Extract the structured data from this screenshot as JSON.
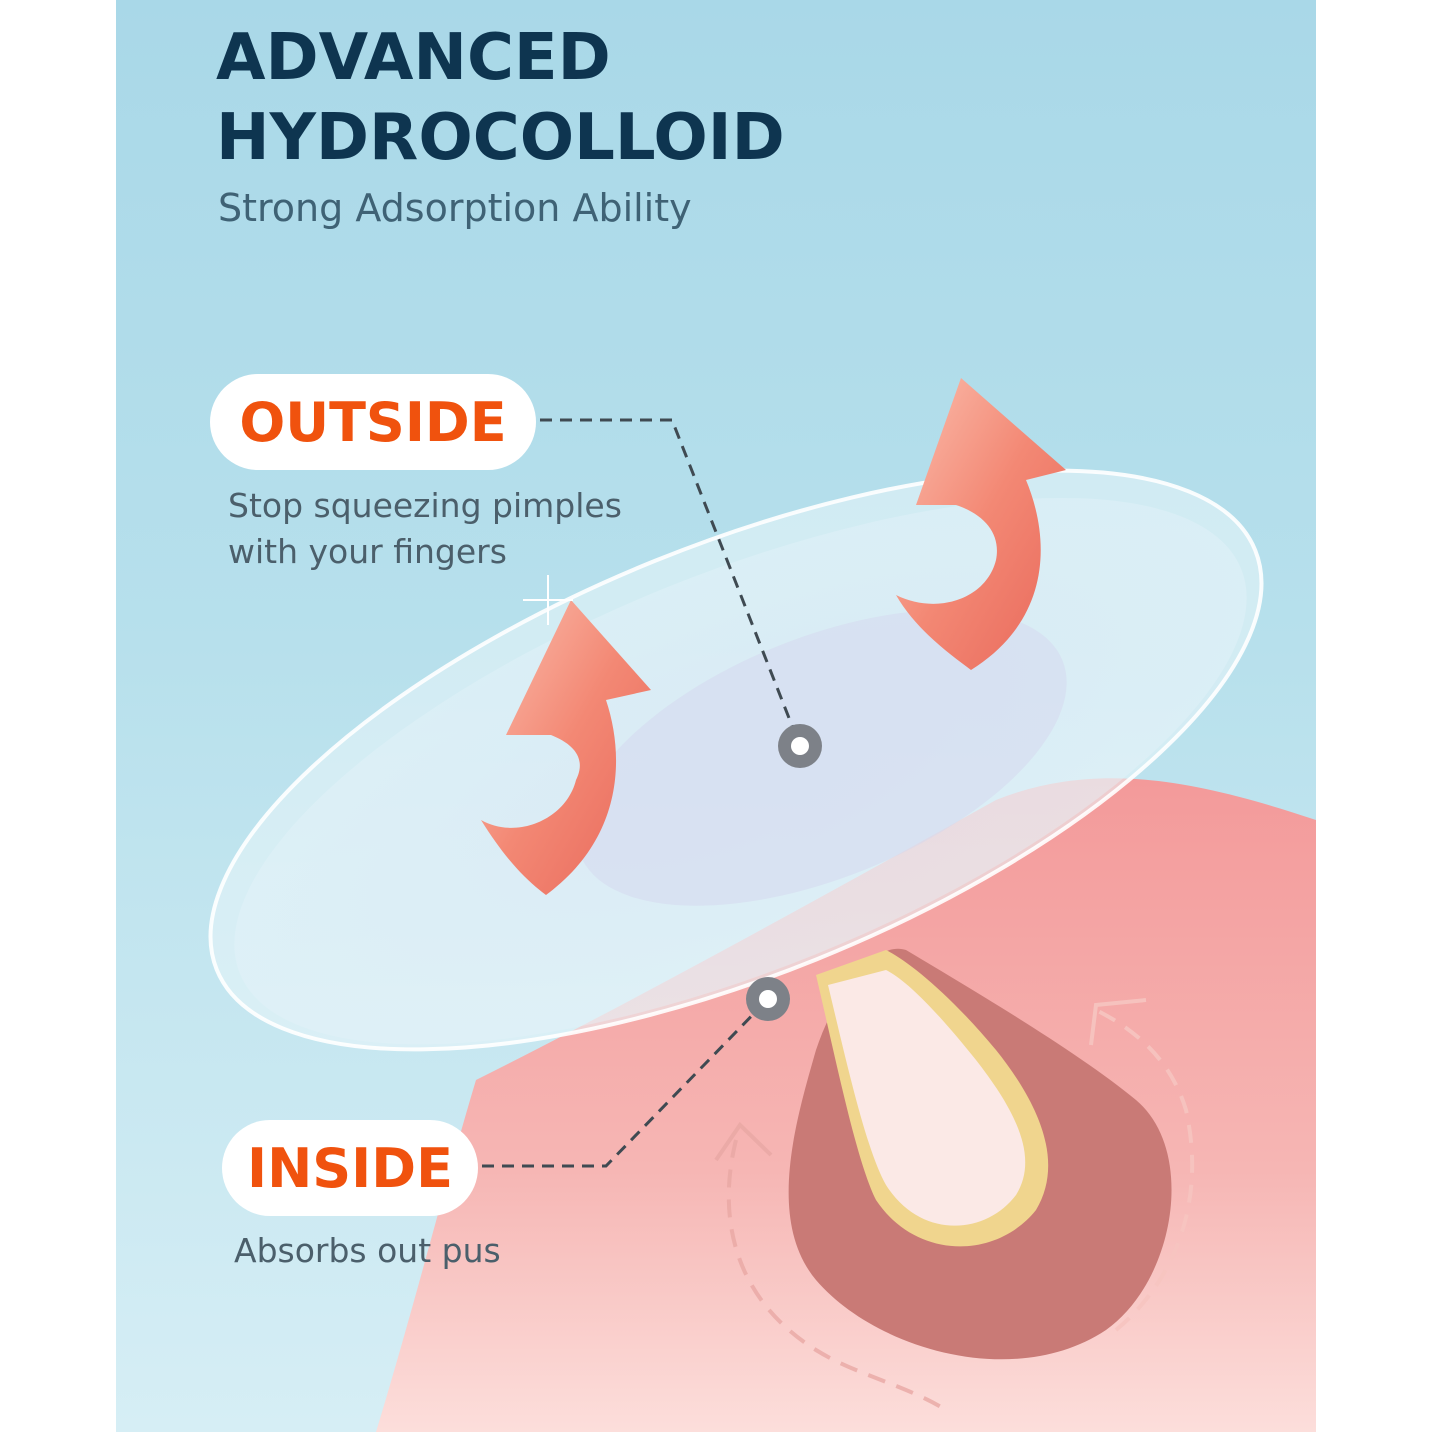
{
  "header": {
    "title_line1": "ADVANCED",
    "title_line2": "HYDROCOLLOID",
    "subtitle": "Strong Adsorption Ability"
  },
  "outside": {
    "label": "OUTSIDE",
    "description_line1": "Stop squeezing pimples",
    "description_line2": "with your fingers"
  },
  "inside": {
    "label": "INSIDE",
    "description": "Absorbs out pus"
  },
  "colors": {
    "title": "#0e3550",
    "accent_orange": "#f0520e",
    "background_blue": "#a9d8e8",
    "skin_pink": "#f2a5a5",
    "pimple_core": "#c97a76",
    "pus_yellow": "#f0d58e",
    "arrow_coral": "#f38874"
  }
}
